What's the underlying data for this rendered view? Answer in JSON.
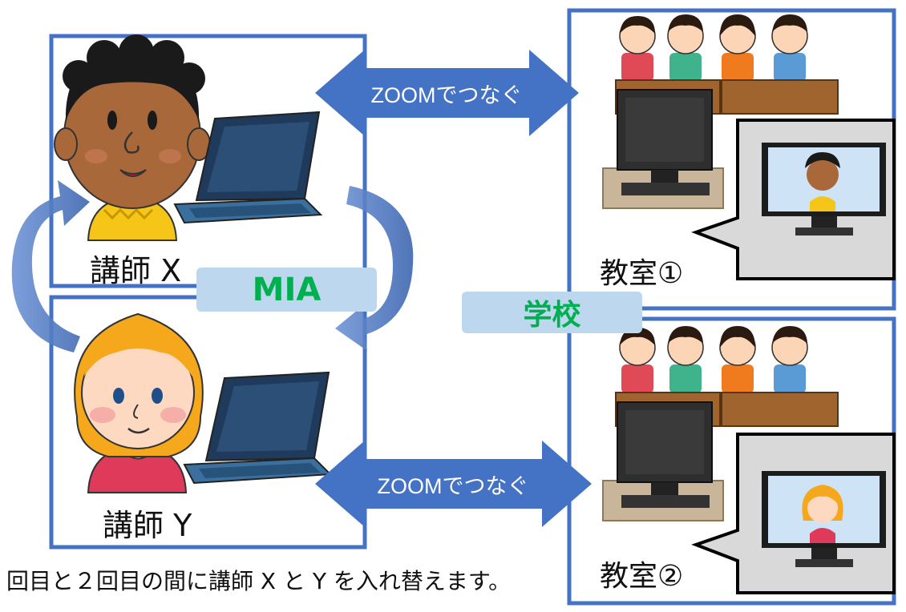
{
  "instructors": {
    "x": {
      "label": "講師 X"
    },
    "y": {
      "label": "講師 Y"
    },
    "group": "MIA"
  },
  "classrooms": {
    "one": "教室①",
    "two": "教室②",
    "group": "学校"
  },
  "links": {
    "top": "ZOOMでつなぐ",
    "bottom": "ZOOMでつなぐ"
  },
  "caption": "回目と２回目の間に講師 X と Y を入れ替えます。",
  "colors": {
    "frame": "#4472c4",
    "arrow": "#4472c4",
    "badge": "#bdd7ee",
    "badge_text": "#00b050",
    "bubble": "#d9d9d9"
  }
}
